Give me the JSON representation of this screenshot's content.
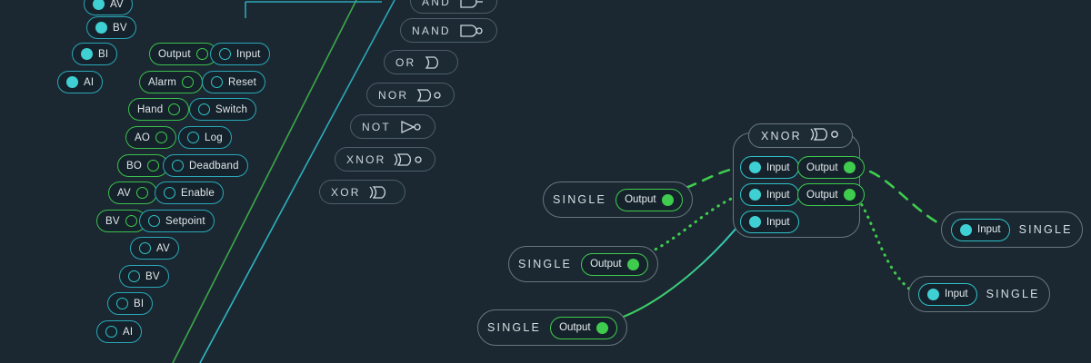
{
  "theme": {
    "background": "#1b2831",
    "node_fill": "#16222b",
    "cyan": "#2fc2c8",
    "cyan_fill": "#3fd0d4",
    "green": "#3fcc4e",
    "grey_border": "#68767f",
    "text": "#dfe7ea"
  },
  "palette_left": {
    "column_a": [
      {
        "label": "AV",
        "dot": "fill-cy",
        "dot_side": "left",
        "accent": "cyan"
      },
      {
        "label": "BV",
        "dot": "fill-cy",
        "dot_side": "left",
        "accent": "cyan"
      },
      {
        "label": "BI",
        "dot": "fill-cy",
        "dot_side": "left",
        "accent": "cyan"
      },
      {
        "label": "AI",
        "dot": "fill-cy",
        "dot_side": "left",
        "accent": "cyan"
      },
      {
        "label": "AO",
        "dot": "hollow-gr",
        "dot_side": "right",
        "accent": "green"
      },
      {
        "label": "BO",
        "dot": "hollow-gr",
        "dot_side": "right",
        "accent": "green"
      },
      {
        "label": "AV",
        "dot": "hollow-gr",
        "dot_side": "right",
        "accent": "green"
      },
      {
        "label": "BV",
        "dot": "hollow-gr",
        "dot_side": "right",
        "accent": "green"
      },
      {
        "label": "AV",
        "dot": "hollow-cy",
        "dot_side": "left",
        "accent": "cyan"
      },
      {
        "label": "BV",
        "dot": "hollow-cy",
        "dot_side": "left",
        "accent": "cyan"
      },
      {
        "label": "BI",
        "dot": "hollow-cy",
        "dot_side": "left",
        "accent": "cyan"
      },
      {
        "label": "AI",
        "dot": "hollow-cy",
        "dot_side": "left",
        "accent": "cyan"
      }
    ],
    "column_b": [
      {
        "label": "Output",
        "dot": "hollow-gr",
        "dot_side": "right",
        "accent": "green"
      },
      {
        "label": "Alarm",
        "dot": "hollow-gr",
        "dot_side": "right",
        "accent": "green"
      },
      {
        "label": "Hand",
        "dot": "hollow-gr",
        "dot_side": "right",
        "accent": "green"
      }
    ],
    "column_c": [
      {
        "label": "Input",
        "dot": "hollow-cy",
        "dot_side": "left",
        "accent": "cyan"
      },
      {
        "label": "Reset",
        "dot": "hollow-cy",
        "dot_side": "left",
        "accent": "cyan"
      },
      {
        "label": "Switch",
        "dot": "hollow-cy",
        "dot_side": "left",
        "accent": "cyan"
      },
      {
        "label": "Log",
        "dot": "hollow-cy",
        "dot_side": "left",
        "accent": "cyan"
      },
      {
        "label": "Deadband",
        "dot": "hollow-cy",
        "dot_side": "left",
        "accent": "cyan"
      },
      {
        "label": "Enable",
        "dot": "hollow-cy",
        "dot_side": "left",
        "accent": "cyan"
      },
      {
        "label": "Setpoint",
        "dot": "hollow-cy",
        "dot_side": "left",
        "accent": "cyan"
      }
    ]
  },
  "palette_gates": [
    {
      "label": "AND",
      "symbol": "and"
    },
    {
      "label": "NAND",
      "symbol": "nand"
    },
    {
      "label": "OR",
      "symbol": "or"
    },
    {
      "label": "NOR",
      "symbol": "nor"
    },
    {
      "label": "NOT",
      "symbol": "not"
    },
    {
      "label": "XNOR",
      "symbol": "xnor"
    },
    {
      "label": "XOR",
      "symbol": "xor"
    }
  ],
  "graph": {
    "sources": [
      {
        "title": "SINGLE",
        "port": "Output"
      },
      {
        "title": "SINGLE",
        "port": "Output"
      },
      {
        "title": "SINGLE",
        "port": "Output"
      }
    ],
    "gate_node": {
      "title": "XNOR",
      "symbol": "xnor",
      "inputs": [
        "Input",
        "Input",
        "Input"
      ],
      "outputs": [
        "Output",
        "Output"
      ]
    },
    "targets": [
      {
        "title": "SINGLE",
        "port": "Input"
      },
      {
        "title": "SINGLE",
        "port": "Input"
      }
    ],
    "edges": [
      {
        "style": "dashed",
        "color": "#3fcc4e"
      },
      {
        "style": "dotted",
        "color": "#3fcc4e"
      },
      {
        "style": "solid",
        "color": "gradient-green-cyan"
      },
      {
        "style": "dashed",
        "color": "#3fcc4e"
      },
      {
        "style": "dotted",
        "color": "#3fcc4e"
      }
    ]
  }
}
